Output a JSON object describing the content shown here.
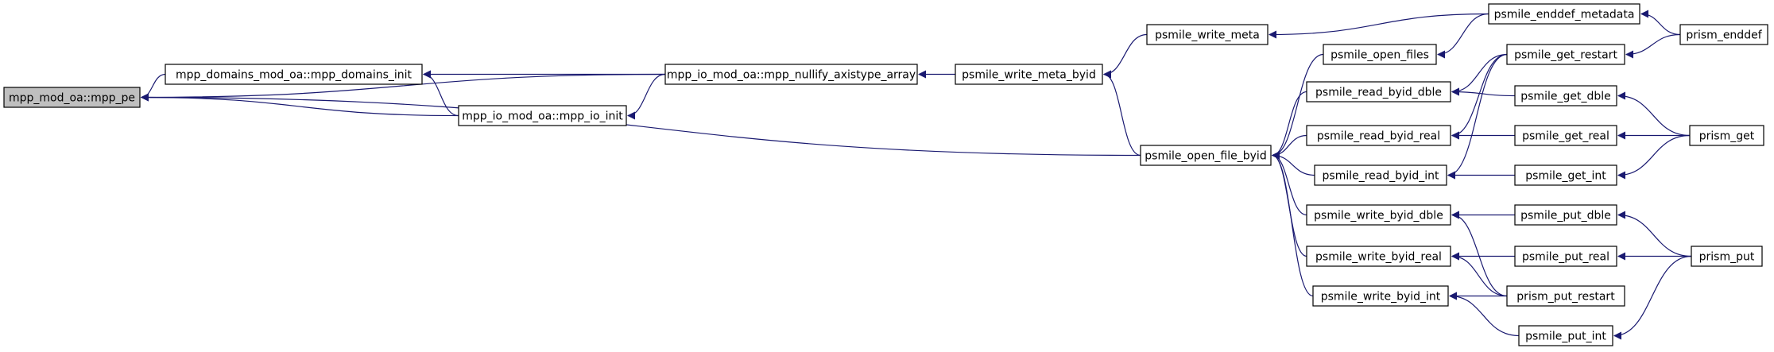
{
  "diagram": {
    "type": "doxygen-caller-graph",
    "edge_color": "#191970",
    "root_fill": "#bfbfbf",
    "nodes": [
      {
        "id": "mpp_pe",
        "label": "mpp_mod_oa::mpp_pe",
        "root": true
      },
      {
        "id": "mpp_domains_init",
        "label": "mpp_domains_mod_oa::mpp_domains_init"
      },
      {
        "id": "mpp_io_init",
        "label": "mpp_io_mod_oa::mpp_io_init"
      },
      {
        "id": "mpp_nullify",
        "label": "mpp_io_mod_oa::mpp_nullify_axistype_array"
      },
      {
        "id": "write_meta_byid",
        "label": "psmile_write_meta_byid"
      },
      {
        "id": "write_meta",
        "label": "psmile_write_meta"
      },
      {
        "id": "open_file_byid",
        "label": "psmile_open_file_byid"
      },
      {
        "id": "open_files",
        "label": "psmile_open_files"
      },
      {
        "id": "read_byid_dble",
        "label": "psmile_read_byid_dble"
      },
      {
        "id": "read_byid_real",
        "label": "psmile_read_byid_real"
      },
      {
        "id": "read_byid_int",
        "label": "psmile_read_byid_int"
      },
      {
        "id": "write_byid_dble",
        "label": "psmile_write_byid_dble"
      },
      {
        "id": "write_byid_real",
        "label": "psmile_write_byid_real"
      },
      {
        "id": "write_byid_int",
        "label": "psmile_write_byid_int"
      },
      {
        "id": "enddef_metadata",
        "label": "psmile_enddef_metadata"
      },
      {
        "id": "get_restart",
        "label": "psmile_get_restart"
      },
      {
        "id": "get_dble",
        "label": "psmile_get_dble"
      },
      {
        "id": "get_real",
        "label": "psmile_get_real"
      },
      {
        "id": "get_int",
        "label": "psmile_get_int"
      },
      {
        "id": "put_dble",
        "label": "psmile_put_dble"
      },
      {
        "id": "put_real",
        "label": "psmile_put_real"
      },
      {
        "id": "put_restart",
        "label": "prism_put_restart"
      },
      {
        "id": "put_int",
        "label": "psmile_put_int"
      },
      {
        "id": "prism_enddef",
        "label": "prism_enddef"
      },
      {
        "id": "prism_get",
        "label": "prism_get"
      },
      {
        "id": "prism_put",
        "label": "prism_put"
      }
    ],
    "edges": [
      {
        "from": "mpp_domains_init",
        "to": "mpp_pe"
      },
      {
        "from": "mpp_io_init",
        "to": "mpp_pe"
      },
      {
        "from": "mpp_nullify",
        "to": "mpp_pe"
      },
      {
        "from": "open_file_byid",
        "to": "mpp_pe"
      },
      {
        "from": "mpp_nullify",
        "to": "mpp_domains_init"
      },
      {
        "from": "mpp_io_init",
        "to": "mpp_domains_init"
      },
      {
        "from": "mpp_nullify",
        "to": "mpp_io_init"
      },
      {
        "from": "write_meta_byid",
        "to": "mpp_nullify"
      },
      {
        "from": "write_meta",
        "to": "write_meta_byid"
      },
      {
        "from": "open_file_byid",
        "to": "write_meta_byid"
      },
      {
        "from": "open_files",
        "to": "open_file_byid"
      },
      {
        "from": "read_byid_dble",
        "to": "open_file_byid"
      },
      {
        "from": "read_byid_real",
        "to": "open_file_byid"
      },
      {
        "from": "read_byid_int",
        "to": "open_file_byid"
      },
      {
        "from": "write_byid_dble",
        "to": "open_file_byid"
      },
      {
        "from": "write_byid_real",
        "to": "open_file_byid"
      },
      {
        "from": "write_byid_int",
        "to": "open_file_byid"
      },
      {
        "from": "enddef_metadata",
        "to": "write_meta"
      },
      {
        "from": "enddef_metadata",
        "to": "open_files"
      },
      {
        "from": "prism_enddef",
        "to": "enddef_metadata"
      },
      {
        "from": "get_restart",
        "to": "read_byid_dble"
      },
      {
        "from": "get_restart",
        "to": "read_byid_real"
      },
      {
        "from": "get_restart",
        "to": "read_byid_int"
      },
      {
        "from": "get_dble",
        "to": "read_byid_dble"
      },
      {
        "from": "get_real",
        "to": "read_byid_real"
      },
      {
        "from": "get_int",
        "to": "read_byid_int"
      },
      {
        "from": "put_dble",
        "to": "write_byid_dble"
      },
      {
        "from": "put_real",
        "to": "write_byid_real"
      },
      {
        "from": "put_int",
        "to": "write_byid_int"
      },
      {
        "from": "put_restart",
        "to": "write_byid_dble"
      },
      {
        "from": "put_restart",
        "to": "write_byid_real"
      },
      {
        "from": "put_restart",
        "to": "write_byid_int"
      },
      {
        "from": "prism_enddef",
        "to": "get_restart"
      },
      {
        "from": "prism_get",
        "to": "get_dble"
      },
      {
        "from": "prism_get",
        "to": "get_real"
      },
      {
        "from": "prism_get",
        "to": "get_int"
      },
      {
        "from": "prism_put",
        "to": "put_dble"
      },
      {
        "from": "prism_put",
        "to": "put_real"
      },
      {
        "from": "prism_put",
        "to": "put_int"
      }
    ]
  }
}
